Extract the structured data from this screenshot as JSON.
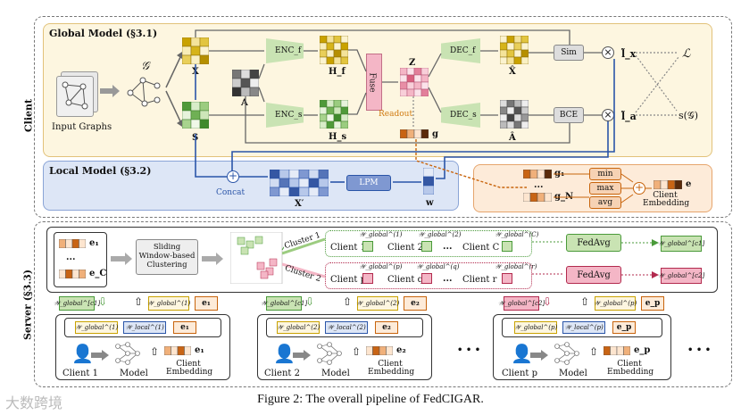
{
  "sections": {
    "client": "Client",
    "server": "Server (§3.3)",
    "global_model": "Global Model (§3.1)",
    "local_model": "Local Model (§3.2)"
  },
  "global": {
    "input_graphs": "Input Graphs",
    "g_symbol": "𝒢",
    "x": "X",
    "a": "A",
    "s": "S",
    "enc_f": "ENC_f",
    "enc_s": "ENC_s",
    "h_f": "H_f",
    "h_s": "H_s",
    "fuse": "Fuse",
    "z": "Z",
    "readout": "Readout",
    "g": "g",
    "dec_f": "DEC_f",
    "dec_s": "DEC_s",
    "x_hat": "X̂",
    "a_hat": "Â",
    "sim": "Sim",
    "bce": "BCE",
    "l_x": "l̃_x",
    "l_a": "l̃_a",
    "loss": "ℒ",
    "s_g": "s(𝒢)"
  },
  "local": {
    "concat": "Concat",
    "x_prime": "X′",
    "lpm": "LPM",
    "w": "w"
  },
  "embed": {
    "g1": "g₁",
    "gn": "g_N",
    "dots": "...",
    "min": "min",
    "max": "max",
    "avg": "avg",
    "e": "e",
    "client_embedding": "Client Embedding"
  },
  "server": {
    "e1": "e₁",
    "ec": "e_C",
    "dots": "...",
    "sliding": "Sliding Window-based Clustering",
    "cluster1": "Cluster 1",
    "cluster2": "Cluster 2",
    "c1_clients": [
      "Client 1",
      "Client 2",
      "Client C"
    ],
    "c2_clients": [
      "Client p",
      "Client q",
      "Client r"
    ],
    "fedavg": "FedAvg",
    "w_c1": "𝒲_global^[c1]",
    "w_c2": "𝒲_global^[c2]",
    "w_g1": "𝒲_global^(1)",
    "w_g2": "𝒲_global^(2)",
    "w_gC": "𝒲_global^(C)",
    "w_gp": "𝒲_global^(p)",
    "w_gq": "𝒲_global^(q)",
    "w_gr": "𝒲_global^(r)"
  },
  "clients": [
    {
      "name": "Client 1",
      "wg": "𝒲_global^(1)",
      "wl": "𝒲_local^(1)",
      "e": "e₁",
      "wc": "𝒲_global^[c1]"
    },
    {
      "name": "Client 2",
      "wg": "𝒲_global^(2)",
      "wl": "𝒲_local^(2)",
      "e": "e₂",
      "wc": "𝒲_global^[c1]"
    },
    {
      "name": "Client p",
      "wg": "𝒲_global^(p)",
      "wl": "𝒲_local^(p)",
      "e": "e_p",
      "wc": "𝒲_global^[c2]"
    }
  ],
  "client_labels": {
    "model": "Model",
    "embedding": "Client Embedding",
    "dots": "• • •"
  },
  "caption": "Figure 2: The overall pipeline of FedCIGAR.",
  "watermark": "大数跨境",
  "colors": {
    "global_bg": "#fdf6e0",
    "local_bg": "#dde6f6",
    "embed_bg": "#fdebd9",
    "green": "#c9e3b3",
    "blue": "#b7c8ea",
    "pink": "#f4b6c6",
    "red_dotted": "#b22a4e",
    "green_dotted": "#4a9a3a"
  }
}
